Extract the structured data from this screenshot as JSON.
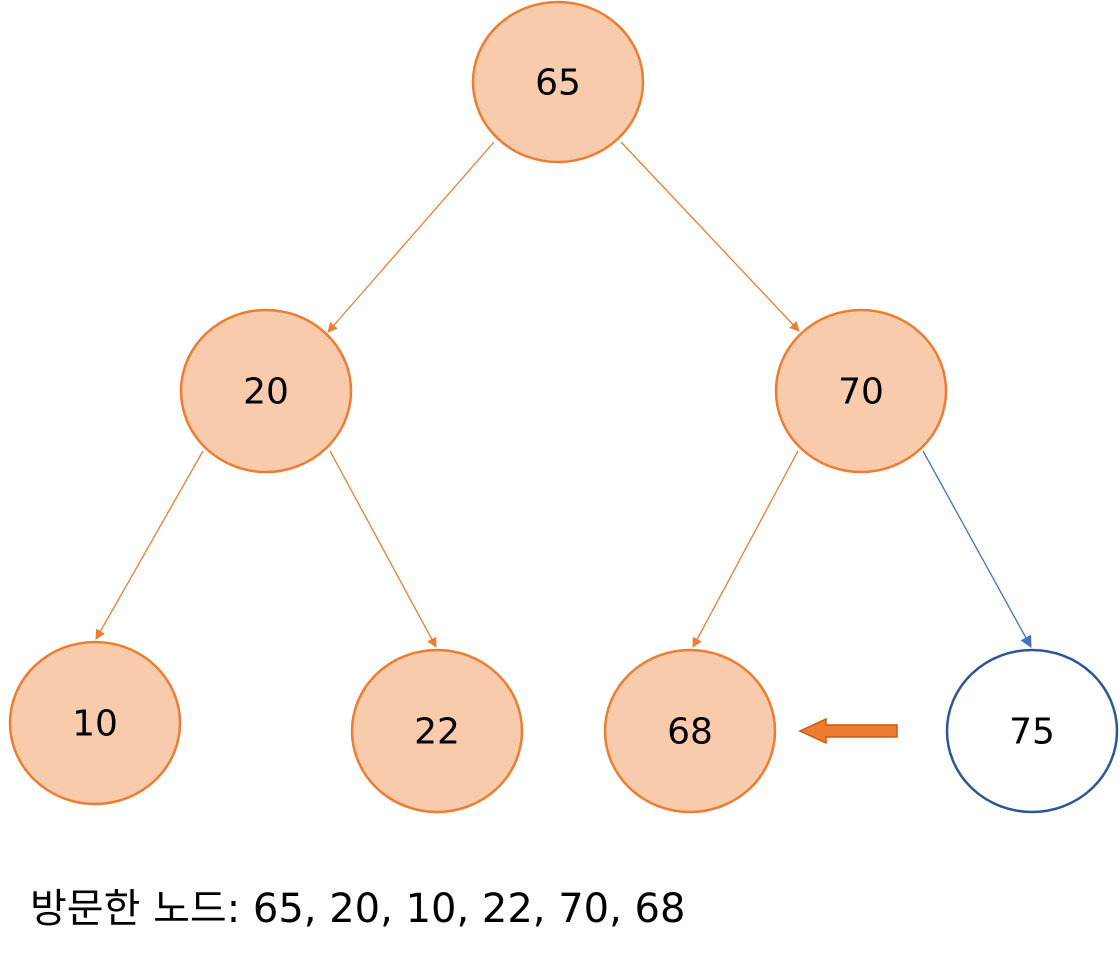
{
  "colors": {
    "visited_fill": "#f8cbad",
    "visited_stroke": "#ed7d31",
    "unvisited_fill": "#ffffff",
    "unvisited_stroke": "#2f5597",
    "edge_visited": "#ed7d31",
    "edge_current": "#4472c4",
    "pointer_arrow": "#ed7d31"
  },
  "tree": {
    "nodes": [
      {
        "id": "n65",
        "label": "65",
        "visited": true
      },
      {
        "id": "n20",
        "label": "20",
        "visited": true
      },
      {
        "id": "n70",
        "label": "70",
        "visited": true
      },
      {
        "id": "n10",
        "label": "10",
        "visited": true
      },
      {
        "id": "n22",
        "label": "22",
        "visited": true
      },
      {
        "id": "n68",
        "label": "68",
        "visited": true
      },
      {
        "id": "n75",
        "label": "75",
        "visited": false
      }
    ],
    "edges": [
      {
        "from": "n65",
        "to": "n20",
        "state": "visited"
      },
      {
        "from": "n65",
        "to": "n70",
        "state": "visited"
      },
      {
        "from": "n20",
        "to": "n10",
        "state": "visited"
      },
      {
        "from": "n20",
        "to": "n22",
        "state": "visited"
      },
      {
        "from": "n70",
        "to": "n68",
        "state": "visited"
      },
      {
        "from": "n70",
        "to": "n75",
        "state": "current"
      }
    ],
    "pointer": {
      "from": "n75",
      "to": "n68"
    }
  },
  "caption": {
    "prefix": "방문한 노드: ",
    "sequence": "65, 20, 10, 22, 70, 68"
  }
}
